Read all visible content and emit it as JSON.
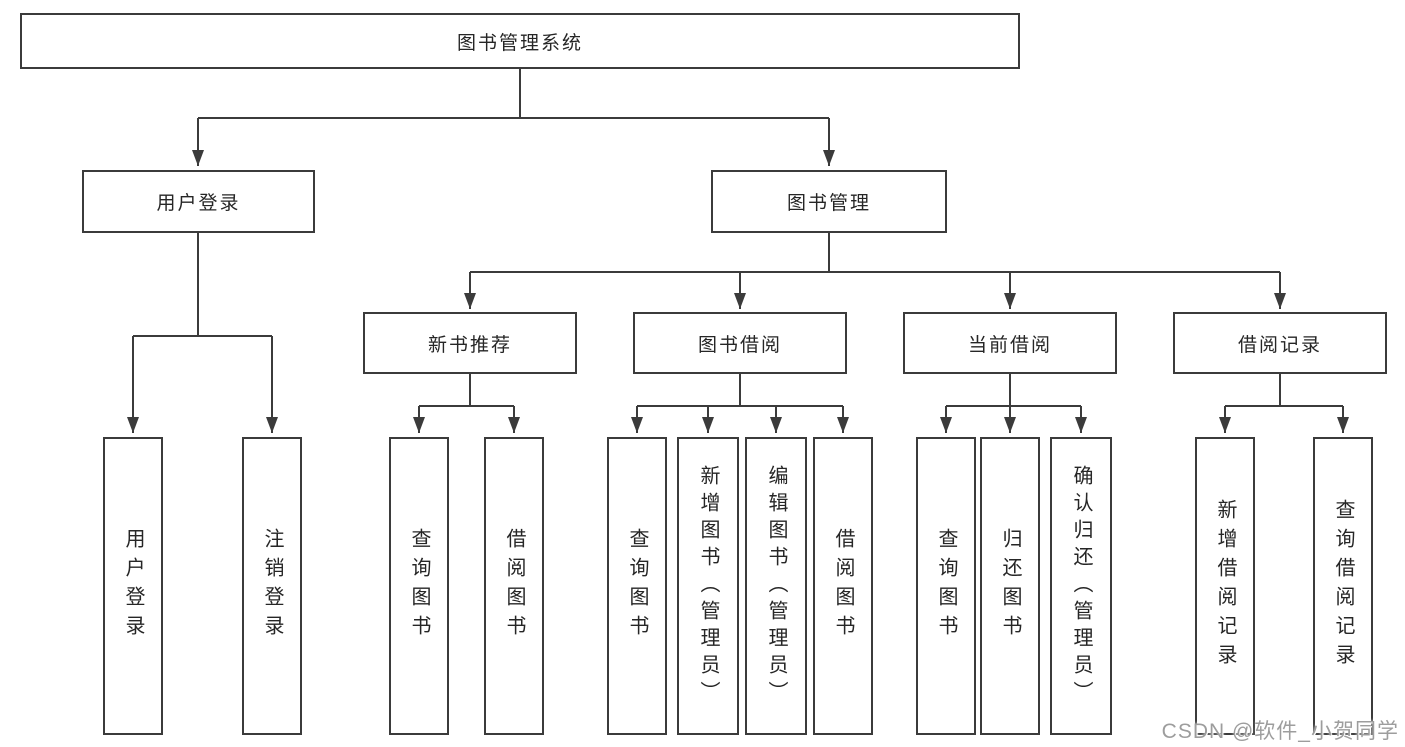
{
  "tree": {
    "label": "图书管理系统",
    "children": [
      {
        "label": "用户登录",
        "children": [
          {
            "label": "用户登录"
          },
          {
            "label": "注销登录"
          }
        ]
      },
      {
        "label": "图书管理",
        "children": [
          {
            "label": "新书推荐",
            "children": [
              {
                "label": "查询图书"
              },
              {
                "label": "借阅图书"
              }
            ]
          },
          {
            "label": "图书借阅",
            "children": [
              {
                "label": "查询图书"
              },
              {
                "label": "新增图书（管理员）"
              },
              {
                "label": "编辑图书（管理员）"
              },
              {
                "label": "借阅图书"
              }
            ]
          },
          {
            "label": "当前借阅",
            "children": [
              {
                "label": "查询图书"
              },
              {
                "label": "归还图书"
              },
              {
                "label": "确认归还（管理员）"
              }
            ]
          },
          {
            "label": "借阅记录",
            "children": [
              {
                "label": "新增借阅记录"
              },
              {
                "label": "查询借阅记录"
              }
            ]
          }
        ]
      }
    ]
  },
  "watermark": {
    "text": "CSDN @软件_小贺同学"
  },
  "colors": {
    "line": "#3b3b3b",
    "box_border": "#3b3b3b",
    "text": "#262626",
    "watermark": "#9d9d9d",
    "background": "#ffffff"
  }
}
